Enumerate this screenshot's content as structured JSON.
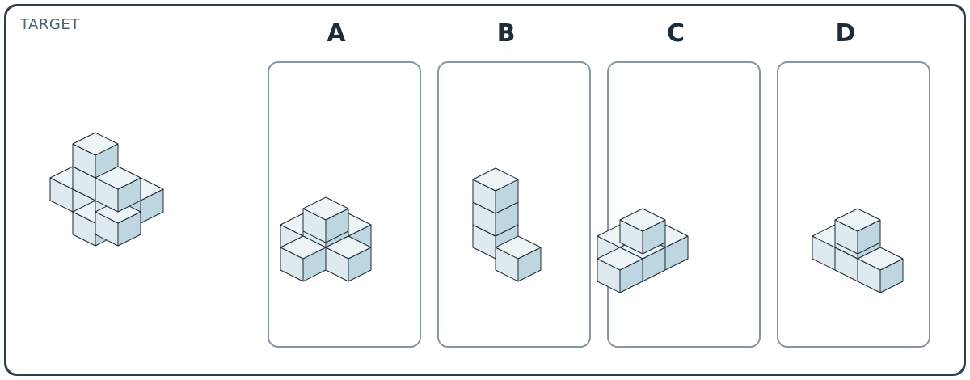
{
  "target": {
    "label": "TARGET"
  },
  "options": [
    {
      "letter": "A"
    },
    {
      "letter": "B"
    },
    {
      "letter": "C"
    },
    {
      "letter": "D"
    }
  ],
  "colors": {
    "frame_border": "#2d3e4d",
    "option_border": "#8896a4",
    "letter": "#1e2b38",
    "target_label": "#4d6070",
    "cube_top": "#edf4f8",
    "cube_left": "#deeaf0",
    "cube_right": "#bed6e0",
    "cube_edge": "#1f2a33"
  }
}
